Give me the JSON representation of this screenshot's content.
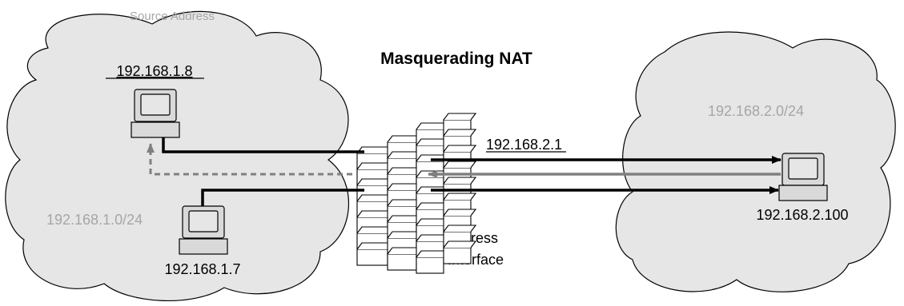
{
  "title": "Masquerading NAT",
  "left_cloud": {
    "source_label": "Source Address",
    "subnet": "192.168.1.0/24",
    "host_a": "192.168.1.8",
    "host_b": "192.168.1.7"
  },
  "firewall": {
    "interface_ip": "192.168.2.1",
    "egress_line1": "Egress",
    "egress_line2": "Interface"
  },
  "right_cloud": {
    "subnet": "192.168.2.0/24",
    "host": "192.168.2.100"
  },
  "colors": {
    "cloud_fill": "#e6e6e6",
    "muted_text": "#a6a6a6",
    "return_arrow": "#808080",
    "line": "#000000"
  }
}
